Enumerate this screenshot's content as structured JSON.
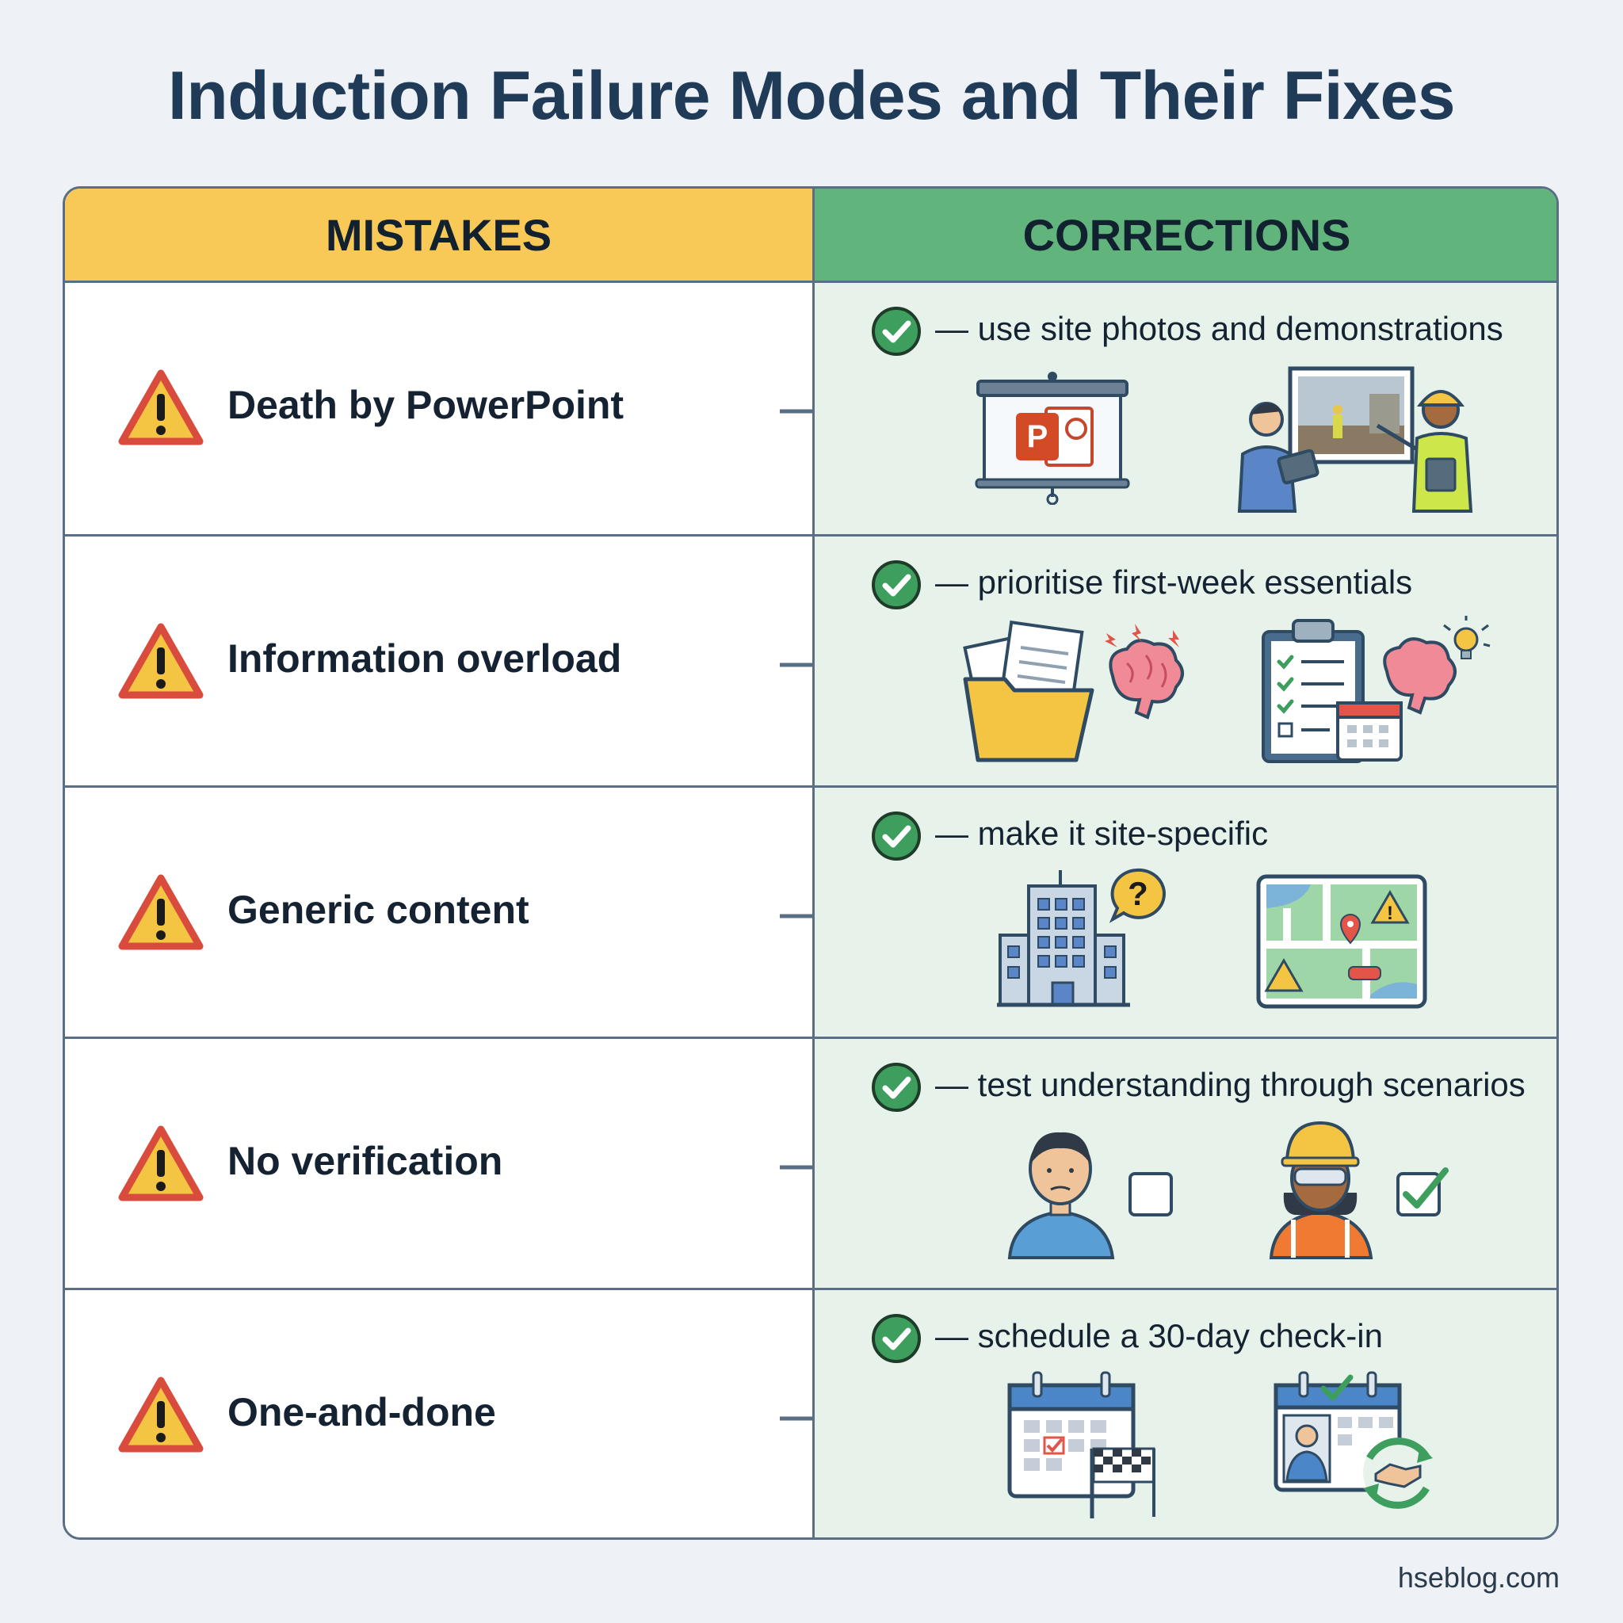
{
  "title": "Induction Failure Modes and Their Fixes",
  "headers": {
    "mistakes": "MISTAKES",
    "corrections": "CORRECTIONS"
  },
  "rows": [
    {
      "mistake": "Death by PowerPoint",
      "fix": "— use site photos and demonstrations",
      "icons": [
        "presentation-screen-icon",
        "site-photo-demonstration-icon"
      ]
    },
    {
      "mistake": "Information overload",
      "fix": "— prioritise first-week essentials",
      "icons": [
        "overloaded-folder-brain-icon",
        "checklist-calendar-brain-icon"
      ]
    },
    {
      "mistake": "Generic content",
      "fix": "— make it site-specific",
      "icons": [
        "office-building-question-icon",
        "site-map-hazard-icon"
      ]
    },
    {
      "mistake": "No verification",
      "fix": "— test understanding through scenarios",
      "icons": [
        "person-empty-checkbox-icon",
        "worker-checked-checkbox-icon"
      ]
    },
    {
      "mistake": "One-and-done",
      "fix": "— schedule a 30-day check-in",
      "icons": [
        "calendar-finish-flag-icon",
        "calendar-handshake-cycle-icon"
      ]
    }
  ],
  "footer": "hseblog.com",
  "colors": {
    "mistakes_header": "#f8c957",
    "corrections_header": "#61b57c",
    "corrections_cell": "#e7f3ea",
    "title": "#1f3b57",
    "border": "#5a6f86",
    "warning": "#e65b4b",
    "check": "#3e9e5e"
  }
}
